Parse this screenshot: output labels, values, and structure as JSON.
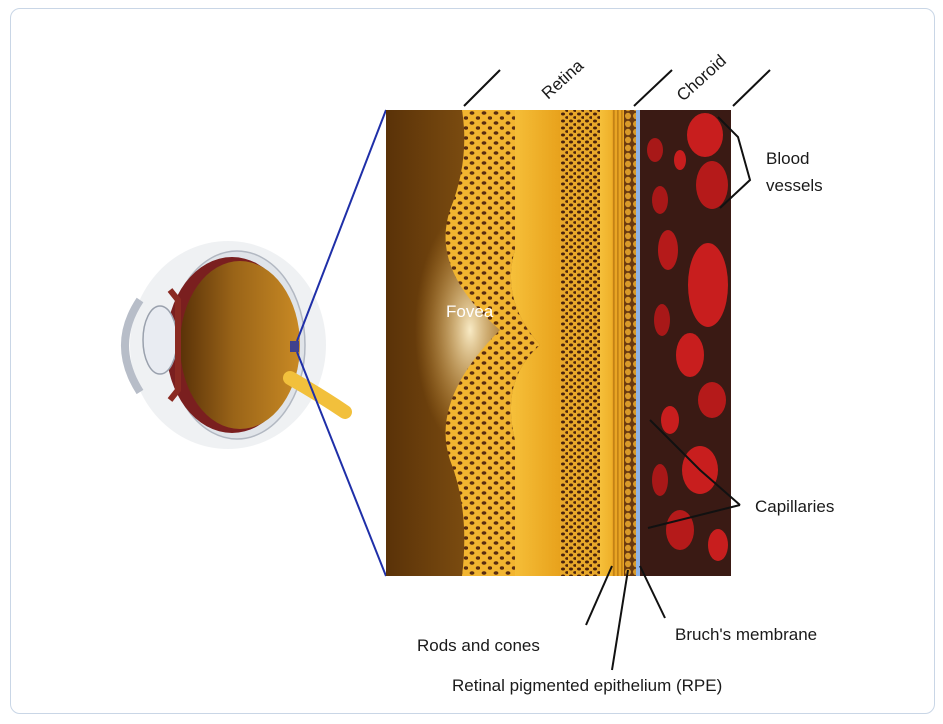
{
  "labels": {
    "retina": "Retina",
    "choroid": "Choroid",
    "fovea": "Fovea",
    "blood_vessels_line1": "Blood",
    "blood_vessels_line2": "vessels",
    "capillaries": "Capillaries",
    "rods_and_cones": "Rods and cones",
    "bruchs_membrane": "Bruch's membrane",
    "rpe": "Retinal pigmented epithelium (RPE)"
  },
  "colors": {
    "frame_border": "#c9d6e6",
    "zoom_lines": "#1f2fa8",
    "vitreous": "#8a5a14",
    "retina_yellow": "#f0b429",
    "choroid_dark": "#3a1a14",
    "blood_red": "#c81e1e",
    "bruch_line": "#8fb3e6"
  },
  "icons": [
    "eye-cross-section-illustration",
    "retina-choroid-magnified-illustration"
  ]
}
